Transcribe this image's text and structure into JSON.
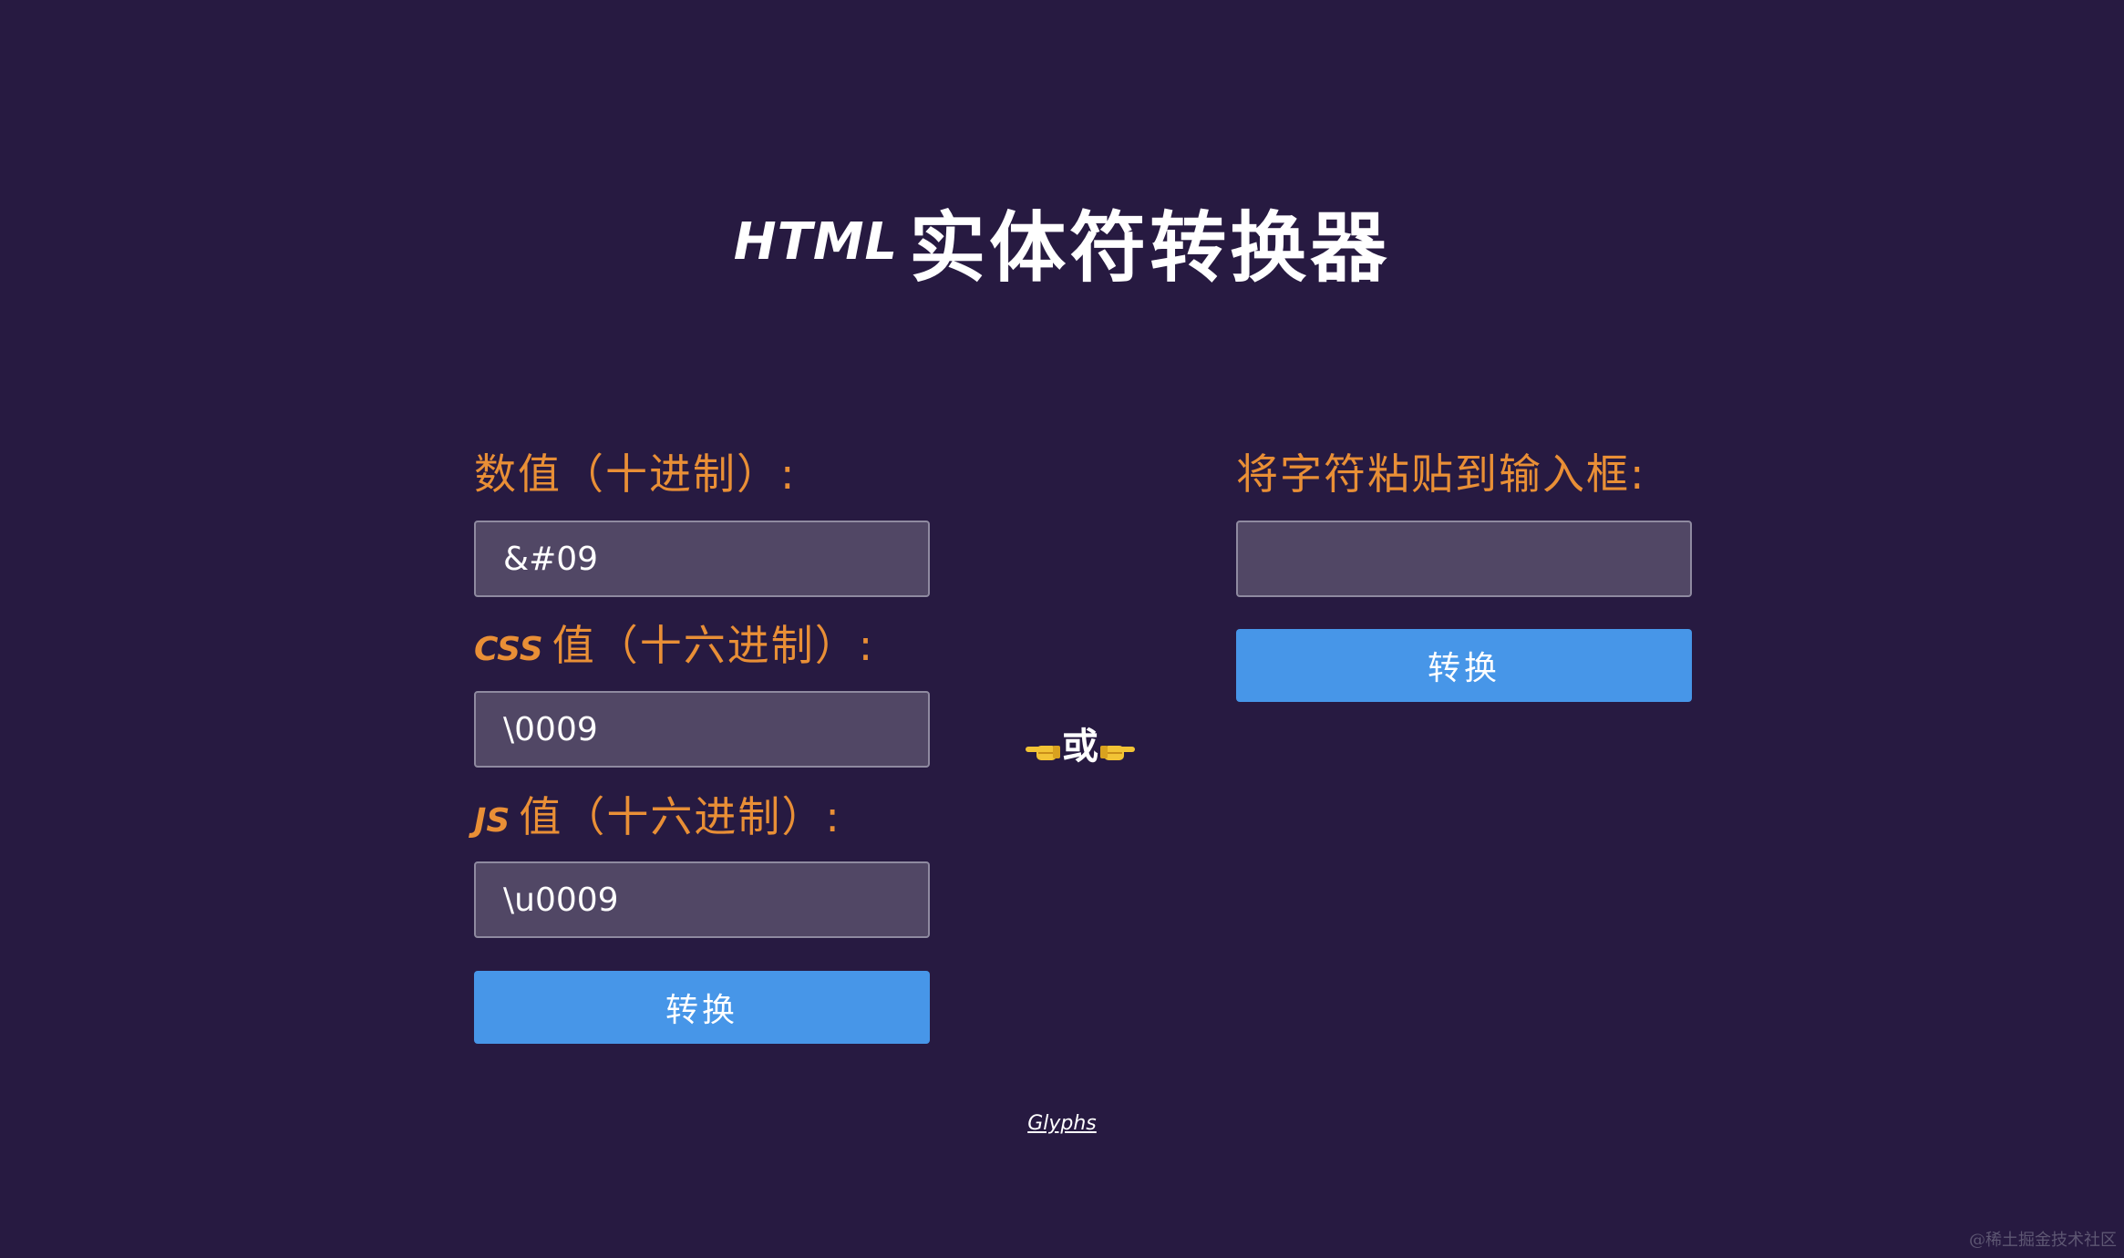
{
  "title": {
    "latin": "HTML",
    "cjk": "实体符转换器"
  },
  "left": {
    "decimal": {
      "label": "数值（十进制）:",
      "value": "&#09"
    },
    "css": {
      "prefix": "CSS",
      "label": "值（十六进制）:",
      "value": "\\0009"
    },
    "js": {
      "prefix": "JS",
      "label": "值（十六进制）:",
      "value": "\\u0009"
    },
    "convert_label": "转换"
  },
  "middle": {
    "or_label": "或",
    "left_hand_icon": "pointing-left-hand-icon",
    "right_hand_icon": "pointing-right-hand-icon"
  },
  "right": {
    "paste": {
      "label": "将字符粘贴到输入框:",
      "value": ""
    },
    "convert_label": "转换"
  },
  "footer": {
    "link_text": "Glyphs"
  },
  "watermark": "@稀土掘金技术社区",
  "colors": {
    "background": "#271a41",
    "label": "#e98f36",
    "field_bg": "#514765",
    "field_border": "#8f8aa0",
    "button": "#4796e8",
    "text": "#ffffff"
  }
}
